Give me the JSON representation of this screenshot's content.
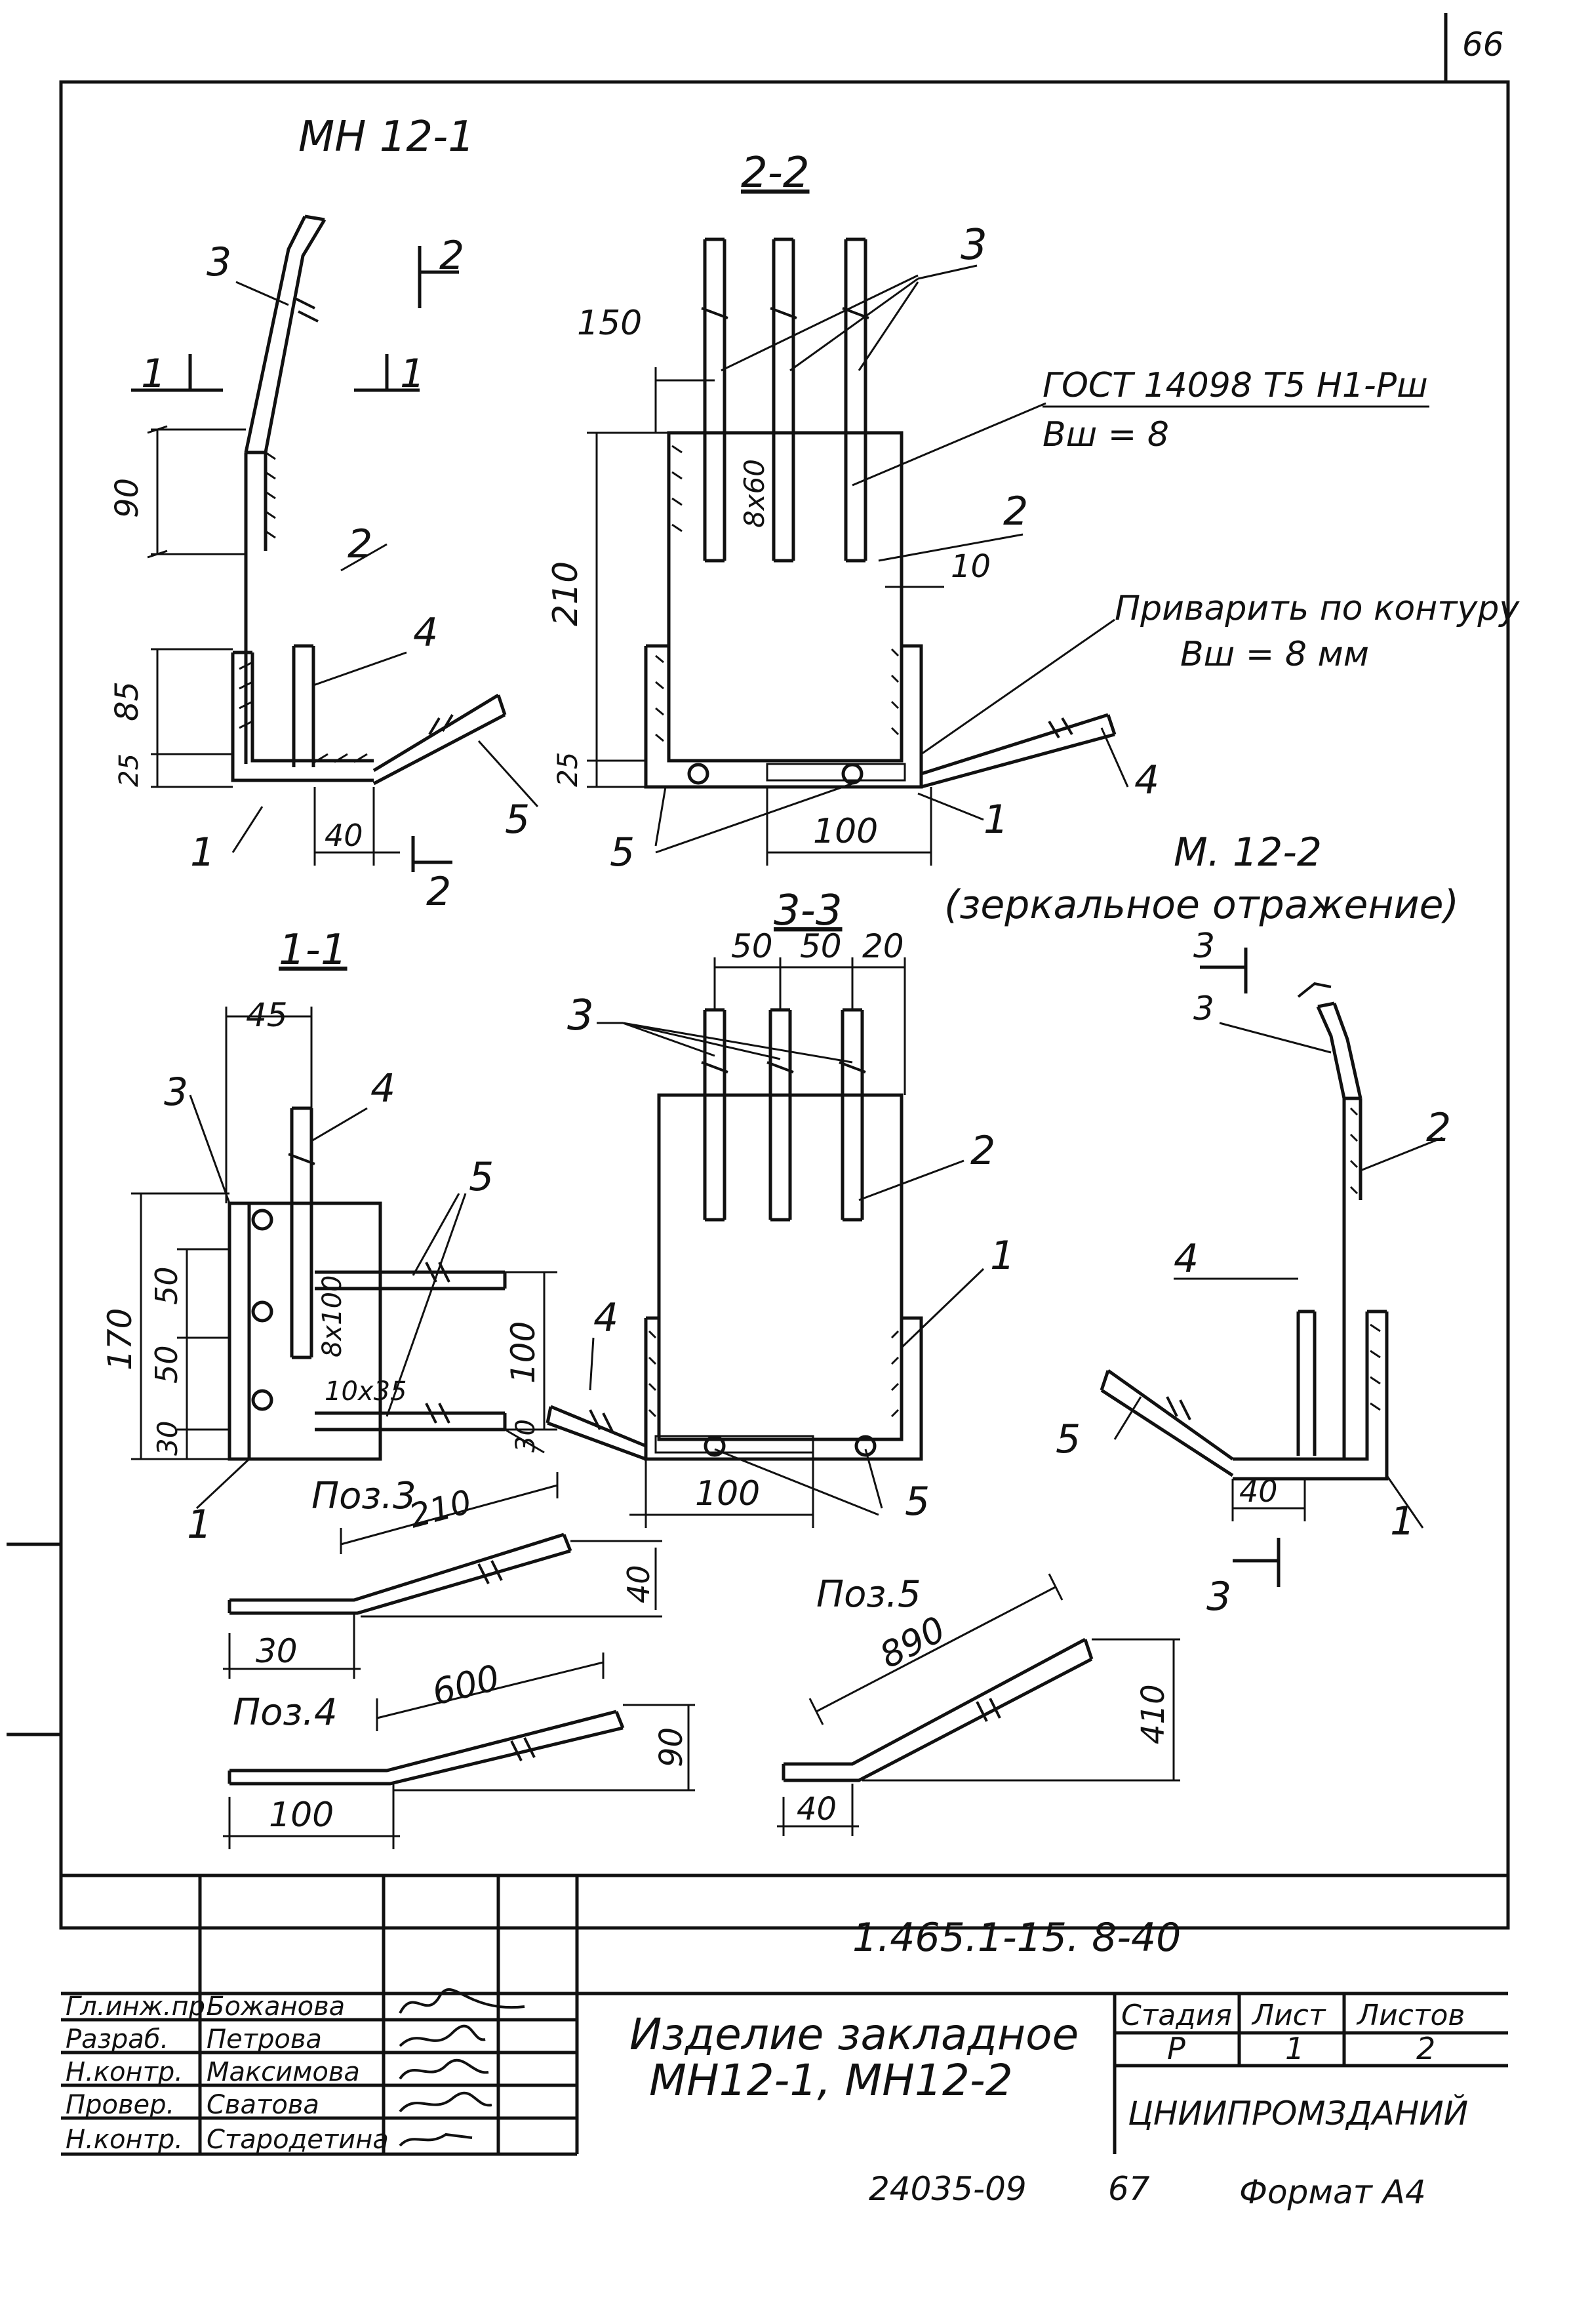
{
  "sheet_number": "66",
  "views": {
    "mn12_1": {
      "title": "МН 12-1"
    },
    "section_2_2": {
      "title": "2-2"
    },
    "section_1_1": {
      "title": "1-1"
    },
    "section_3_3": {
      "title": "3-3"
    },
    "mn12_2": {
      "title": "М. 12-2",
      "subtitle": "(зеркальное отражение)"
    }
  },
  "notes": {
    "gost": "ГОСТ 14098 Т5 Н1-Рш",
    "weld_bw8": "Вш = 8",
    "weld_contour": "Приварить по контуру",
    "weld_contour_size": "Вш = 8 мм"
  },
  "dims": {
    "d150": "150",
    "d210a": "210",
    "d25a": "25",
    "d10": "10",
    "d100a": "100",
    "d8x60": "8х60",
    "d40a": "40",
    "d25b": "25",
    "d85": "85",
    "d90": "90",
    "d45": "45",
    "d170": "170",
    "d50a": "50",
    "d50b": "50",
    "d30a": "30",
    "d8x100": "8х100",
    "d10x35": "10х35",
    "d100b": "100",
    "d30b": "30",
    "d50c": "50",
    "d50d": "50",
    "d20": "20",
    "d100c": "100",
    "d40b": "40",
    "d210b": "210",
    "d30c": "30",
    "d40c": "40",
    "d600": "600",
    "d90b": "90",
    "d100d": "100",
    "d890": "890",
    "d410": "410",
    "d40d": "40"
  },
  "positions": {
    "p1": "1",
    "p2": "2",
    "p3": "3",
    "p4": "4",
    "p5": "5"
  },
  "details": {
    "poz3": "Поз.3",
    "poz4": "Поз.4",
    "poz5": "Поз.5"
  },
  "title_block": {
    "doc_code": "1.465.1-15. 8-40",
    "name_line1": "Изделие закладное",
    "name_line2": "МН12-1, МН12-2",
    "col_stage": "Стадия",
    "col_sheet": "Лист",
    "col_sheets": "Листов",
    "stage": "Р",
    "sheet": "1",
    "sheets": "2",
    "org": "ЦНИИПРОМЗДАНИЙ",
    "roles": [
      "Гл.инж.пр.",
      "Разраб.",
      "Н.контр.",
      "Провер.",
      "Н.контр."
    ],
    "people": [
      "Божанова",
      "Петрова",
      "Максимова",
      "Сватова",
      "Стародетина"
    ]
  },
  "footer": {
    "inv": "24035-09",
    "page": "67",
    "format": "Формат А4"
  }
}
